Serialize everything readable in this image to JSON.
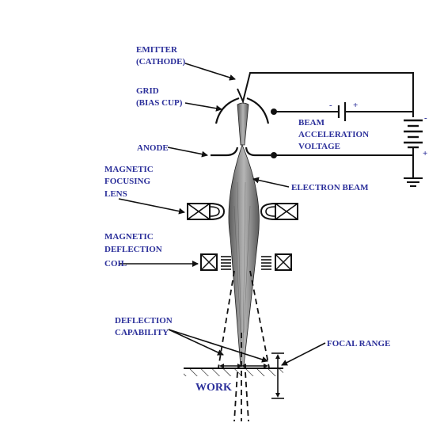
{
  "diagram": {
    "labels": {
      "emitter": "EMITTER",
      "emitter_sub": "(CATHODE)",
      "grid": "GRID",
      "grid_sub": "(BIAS CUP)",
      "anode": "ANODE",
      "beam_voltage_1": "BEAM",
      "beam_voltage_2": "ACCELERATION",
      "beam_voltage_3": "VOLTAGE",
      "magnetic_focusing_1": "MAGNETIC",
      "magnetic_focusing_2": "FOCUSING",
      "magnetic_focusing_3": "LENS",
      "electron_beam": "ELECTRON BEAM",
      "magnetic_deflection_1": "MAGNETIC",
      "magnetic_deflection_2": "DEFLECTION",
      "magnetic_deflection_3": "COIL",
      "deflection_capability_1": "DEFLECTION",
      "deflection_capability_2": "CAPABILITY",
      "focal_range": "FOCAL RANGE",
      "work": "WORK",
      "battery_minus": "-",
      "battery_plus": "+",
      "cap_minus": "-",
      "cap_plus": "+"
    },
    "label_color": "#2b2f9a",
    "line_color": "#111111",
    "beam_color": "#8a8a8a"
  }
}
